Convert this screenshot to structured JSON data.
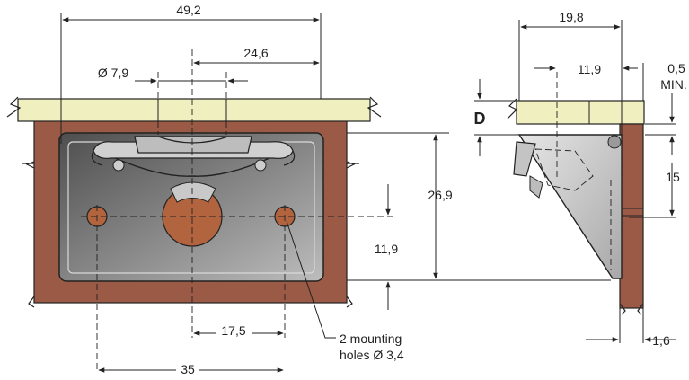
{
  "dimensions": {
    "overall_width": "49,2",
    "half_width": "24,6",
    "pin_diameter": "Ø 7,9",
    "height": "26,9",
    "hole_height": "11,9",
    "hole_offset": "17,5",
    "hole_spacing": "35",
    "side_width": "19,8",
    "side_inner": "11,9",
    "min_gap": "0,5",
    "min_label": "MIN.",
    "side_depth": "15",
    "thickness": "1,6",
    "panel_label": "D"
  },
  "note": {
    "line1": "2 mounting",
    "line2": "holes Ø 3,4"
  },
  "colors": {
    "wood": "#9a5a45",
    "panel": "#efefc0",
    "plate_dark": "#6a6a6a",
    "plate_light": "#c8c8c8",
    "cutout": "#b2643f",
    "line": "#222222"
  }
}
